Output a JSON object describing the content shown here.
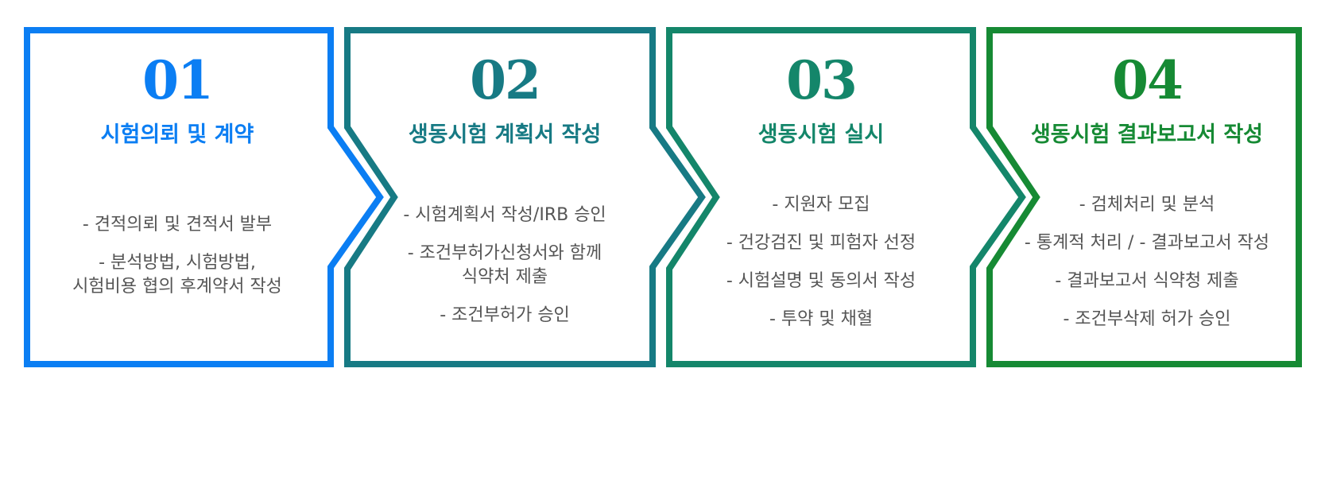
{
  "steps": [
    {
      "number": "01",
      "title": "시험의뢰 및 계약",
      "color": "#0b7ef3",
      "items": [
        "- 견적의뢰 및 견적서 발부",
        "- 분석방법, 시험방법,\n시험비용 협의 후계약서 작성"
      ]
    },
    {
      "number": "02",
      "title": "생동시험 계획서 작성",
      "color": "#177a84",
      "items": [
        "- 시험계획서 작성/IRB 승인",
        "- 조건부허가신청서와 함께\n식약처 제출",
        "- 조건부허가 승인"
      ]
    },
    {
      "number": "03",
      "title": "생동시험 실시",
      "color": "#14866a",
      "items": [
        "- 지원자 모집",
        "- 건강검진 및 피험자 선정",
        "- 시험설명 및 동의서 작성",
        "- 투약 및 채혈"
      ]
    },
    {
      "number": "04",
      "title": "생동시험 결과보고서 작성",
      "color": "#168a34",
      "items": [
        "- 검체처리 및 분석",
        "- 통계적 처리 / - 결과보고서 작성",
        "- 결과보고서 식약청 제출",
        "- 조건부삭제 허가 승인"
      ]
    }
  ]
}
